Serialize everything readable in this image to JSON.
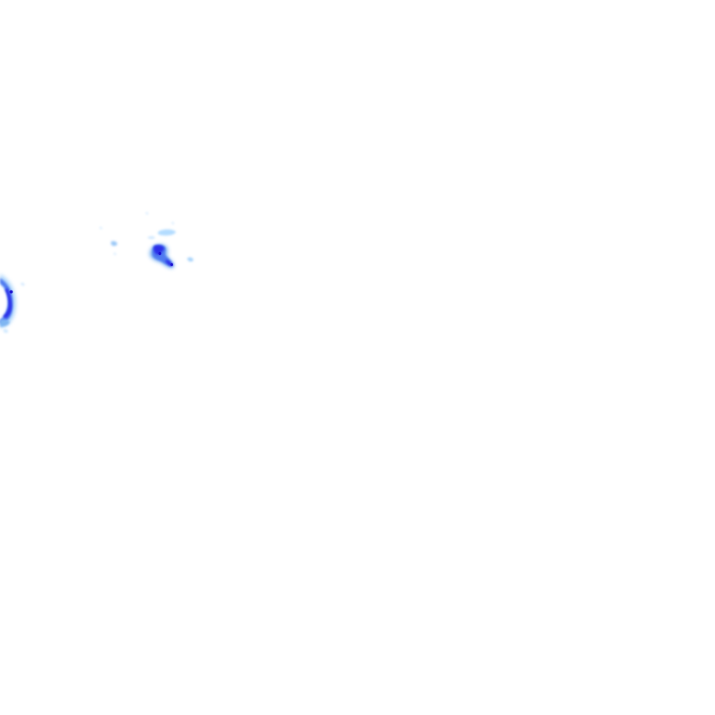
{
  "map": {
    "type": "precipitation-radar-overlay",
    "background_color": "#ffffff",
    "palette": {
      "light": "#b3dcff",
      "medium_light": "#7fb6f2",
      "medium": "#4f7af0",
      "heavy": "#2b2fe8",
      "core": "#1a0fd0"
    },
    "cells": [
      {
        "id": "cell-north-central",
        "intensity": "heavy"
      },
      {
        "id": "cell-west-edge-arc",
        "intensity": "heavy"
      },
      {
        "id": "cell-scattered-light",
        "intensity": "light"
      }
    ]
  }
}
